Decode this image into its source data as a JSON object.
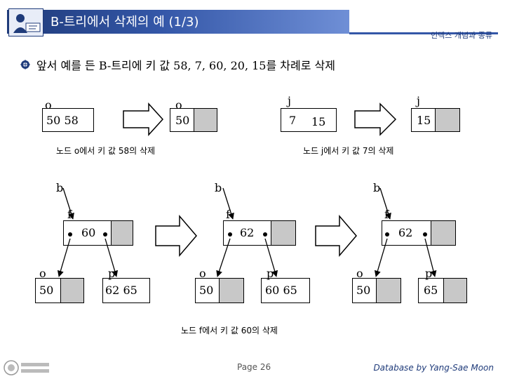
{
  "header": {
    "title": "B-트리에서 삭제의 예 (1/3)",
    "category": "인덱스 개념과 종류"
  },
  "bullet": "앞서 예를 든 B-트리에 키 값 58, 7, 60, 20, 15를 차례로 삭제",
  "diagram1": {
    "before_label": "o",
    "before_keys": "50 58",
    "after_label": "o",
    "after_key": "50",
    "caption": "노드 o에서 키 값 58의 삭제"
  },
  "diagram2": {
    "before_label": "j",
    "before_key1": "7",
    "before_key2": "15",
    "after_label": "j",
    "after_key": "15",
    "caption": "노드 j에서 키 값 7의 삭제"
  },
  "diagram3": {
    "tree1": {
      "b": "b",
      "f": "f",
      "f_key": "60",
      "o": "o",
      "o_key": "50",
      "p": "p",
      "p_keys": "62 65"
    },
    "tree2": {
      "b": "b",
      "f": "f",
      "f_key": "62",
      "o": "o",
      "o_key": "50",
      "p": "p",
      "p_keys": "60 65"
    },
    "tree3": {
      "b": "b",
      "f": "f",
      "f_key": "62",
      "o": "o",
      "o_key": "50",
      "p": "p",
      "p_keys": "65"
    },
    "caption": "노드 f에서 키 값 60의 삭제"
  },
  "footer": {
    "page": "Page 26",
    "credit": "Database by Yang-Sae Moon"
  }
}
